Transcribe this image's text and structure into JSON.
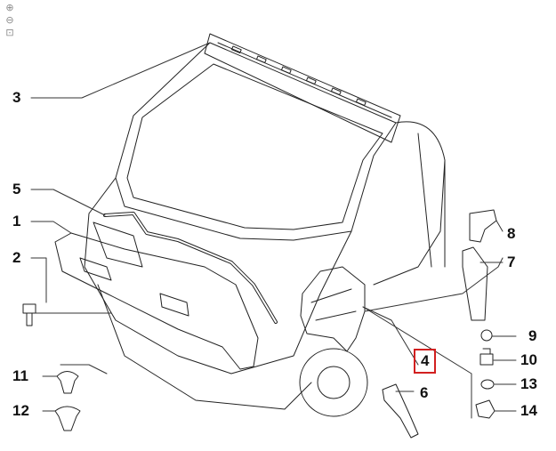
{
  "toolbar": {
    "zoom_in_icon": "zoom-in-icon",
    "zoom_out_icon": "zoom-out-icon",
    "zoom_fit_icon": "zoom-fit-icon",
    "zoom_reset_icon": "zoom-reset-icon"
  },
  "callouts": [
    {
      "id": "3",
      "label": "3"
    },
    {
      "id": "5",
      "label": "5"
    },
    {
      "id": "1",
      "label": "1"
    },
    {
      "id": "2",
      "label": "2"
    },
    {
      "id": "8",
      "label": "8"
    },
    {
      "id": "7",
      "label": "7"
    },
    {
      "id": "9",
      "label": "9"
    },
    {
      "id": "10",
      "label": "10"
    },
    {
      "id": "4",
      "label": "4",
      "highlighted": true
    },
    {
      "id": "13",
      "label": "13"
    },
    {
      "id": "6",
      "label": "6"
    },
    {
      "id": "11",
      "label": "11"
    },
    {
      "id": "14",
      "label": "14"
    },
    {
      "id": "12",
      "label": "12"
    }
  ],
  "colors": {
    "line": "#222222",
    "highlight": "#d22020",
    "background": "#ffffff"
  }
}
